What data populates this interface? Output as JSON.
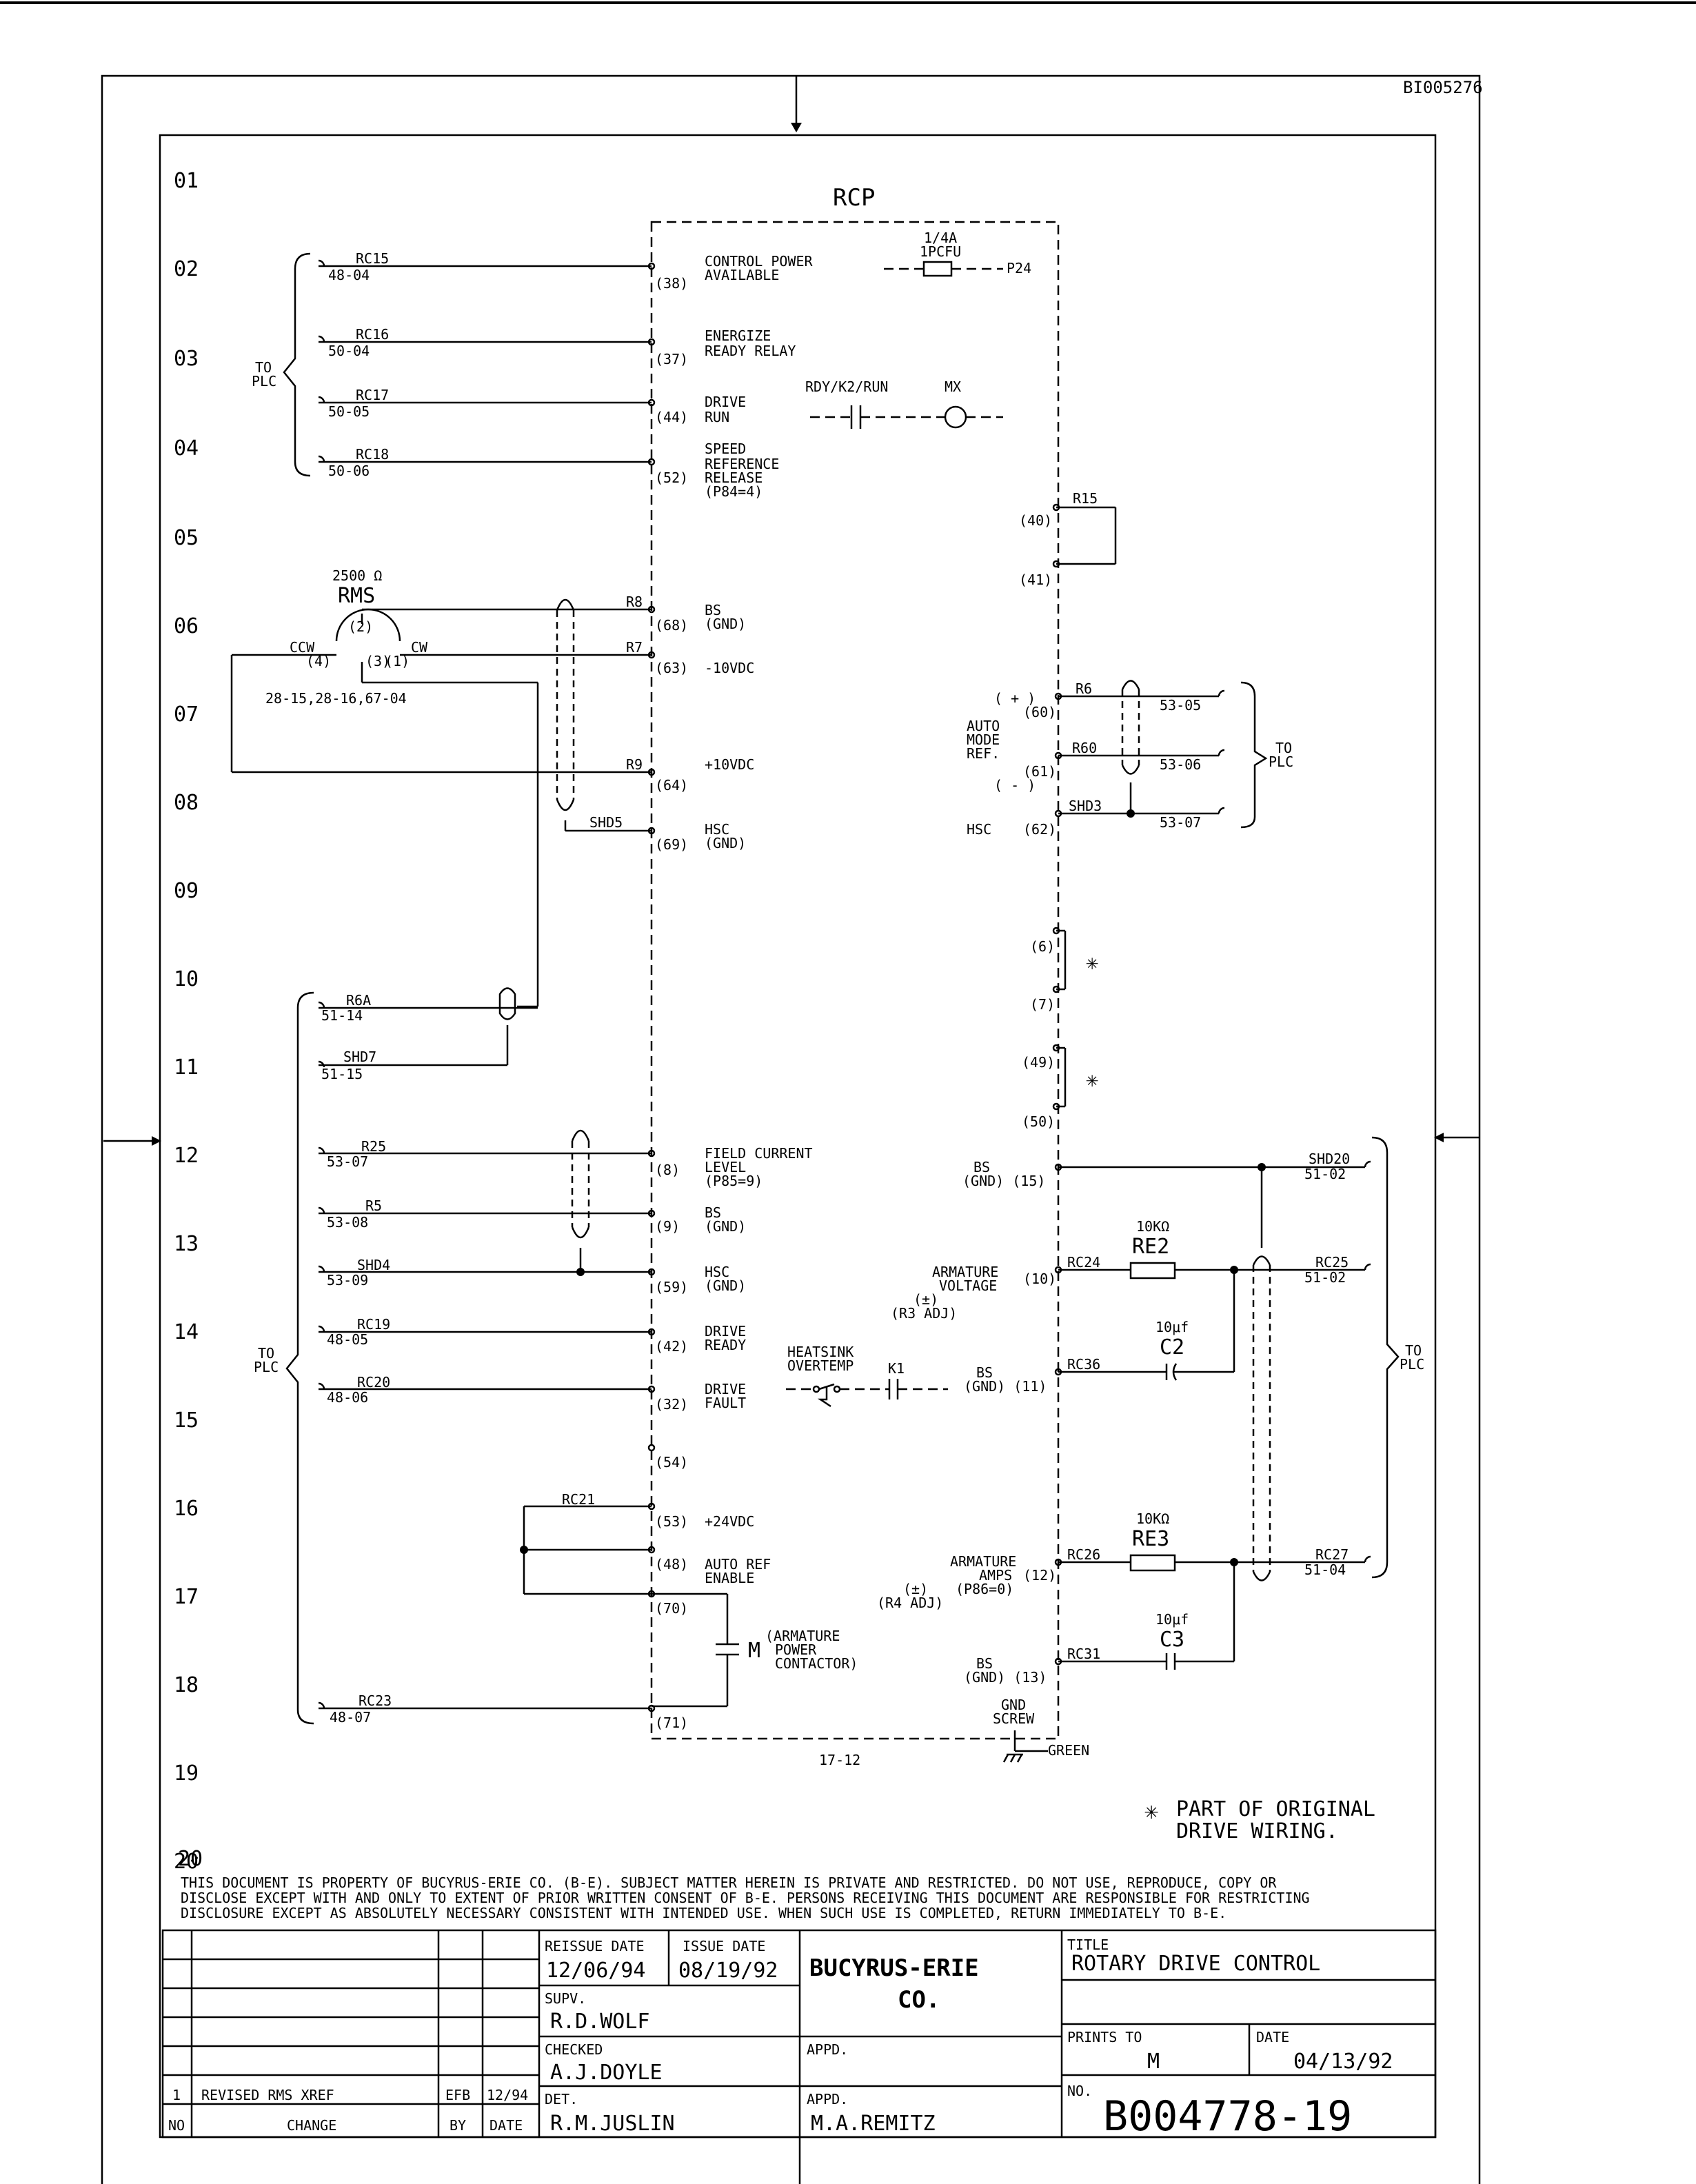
{
  "sheet": {
    "doc_id": "BI005276",
    "title_block_label": "RCP",
    "row_numbers": [
      "01",
      "02",
      "03",
      "04",
      "05",
      "06",
      "07",
      "08",
      "09",
      "10",
      "11",
      "12",
      "13",
      "14",
      "15",
      "16",
      "17",
      "18",
      "19",
      "20"
    ]
  },
  "rcp_left": [
    {
      "wire": "RC15",
      "ref": "48-04",
      "term": "(38)",
      "desc": [
        "CONTROL POWER",
        "AVAILABLE"
      ]
    },
    {
      "wire": "RC16",
      "ref": "50-04",
      "term": "(37)",
      "desc": [
        "ENERGIZE",
        "READY RELAY"
      ]
    },
    {
      "wire": "RC17",
      "ref": "50-05",
      "term": "(44)",
      "desc": [
        "DRIVE",
        "RUN"
      ]
    },
    {
      "wire": "RC18",
      "ref": "50-06",
      "term": "(52)",
      "desc": [
        "SPEED",
        "REFERENCE",
        "RELEASE",
        "(P84=4)"
      ]
    }
  ],
  "to_plc": "TO\nPLC",
  "to": "TO",
  "plc": "PLC",
  "fuse": {
    "rating": "1/4A",
    "name": "1PCFU",
    "label": "P24"
  },
  "contact": {
    "label": "RDY/K2/RUN",
    "coil": "MX"
  },
  "r15": {
    "label": "R15",
    "t1": "(40)",
    "t2": "(41)"
  },
  "pot": {
    "value": "2500 Ω",
    "name": "RMS",
    "p2": "(2)",
    "ccw": "CCW",
    "p4": "(4)",
    "p3": "(3)",
    "p1": "(1)",
    "cw": "CW",
    "xref": "28-15,28-16,67-04"
  },
  "pot_wires": [
    {
      "wire": "R8",
      "term": "(68)",
      "desc": [
        "BS",
        "(GND)"
      ]
    },
    {
      "wire": "R7",
      "term": "(63)",
      "desc": [
        "-10VDC"
      ]
    },
    {
      "wire": "R9",
      "term": "(64)",
      "desc": [
        "+10VDC"
      ]
    },
    {
      "wire": "SHD5",
      "term": "(69)",
      "desc": [
        "HSC",
        "(GND)"
      ]
    }
  ],
  "auto_ref": {
    "plus": "( + )",
    "minus": "( - )",
    "label": [
      "AUTO",
      "MODE",
      "REF."
    ],
    "wires": [
      {
        "wire": "R6",
        "term": "(60)",
        "ref": "53-05"
      },
      {
        "wire": "R60",
        "term": "(61)",
        "ref": "53-06"
      },
      {
        "wire": "SHD3",
        "term": "(62)",
        "ref": "53-07"
      }
    ],
    "hsc": "HSC"
  },
  "star_terms": [
    [
      "(6)",
      "(7)"
    ],
    [
      "(49)",
      "(50)"
    ]
  ],
  "plc_b": [
    {
      "wire": "R6A",
      "ref": "51-14"
    },
    {
      "wire": "SHD7",
      "ref": "51-15"
    }
  ],
  "field": [
    {
      "wire": "R25",
      "ref": "53-07",
      "term": "(8)",
      "desc": [
        "FIELD CURRENT",
        "LEVEL",
        "(P85=9)"
      ]
    },
    {
      "wire": "R5",
      "ref": "53-08",
      "term": "(9)",
      "desc": [
        "BS",
        "(GND)"
      ]
    },
    {
      "wire": "SHD4",
      "ref": "53-09",
      "term": "(59)",
      "desc": [
        "HSC",
        "(GND)"
      ]
    },
    {
      "wire": "RC19",
      "ref": "48-05",
      "term": "(42)",
      "desc": [
        "DRIVE",
        "READY"
      ]
    },
    {
      "wire": "RC20",
      "ref": "48-06",
      "term": "(32)",
      "desc": [
        "DRIVE",
        "FAULT"
      ]
    }
  ],
  "lower": {
    "t54": "(54)",
    "t53": "(53)",
    "v24": "+24VDC",
    "rc21": "RC21",
    "t48": "(48)",
    "are": [
      "AUTO REF",
      "ENABLE"
    ],
    "t70": "(70)",
    "m": "M",
    "m_desc": [
      "(ARMATURE",
      "POWER",
      "CONTACTOR)"
    ],
    "t71": "(71)",
    "rc23": "RC23",
    "ref23": "48-07",
    "sheet_ref": "17-12",
    "gnd": [
      "GND",
      "SCREW"
    ],
    "green": "GREEN"
  },
  "heatsink": {
    "label": [
      "HEATSINK",
      "OVERTEMP"
    ],
    "k1": "K1"
  },
  "right_side": {
    "bs15": [
      "BS",
      "(GND) (15)"
    ],
    "shd20": "SHD20",
    "ref20": "51-02",
    "arm_v": [
      "ARMATURE",
      "VOLTAGE",
      "(±)",
      "(R3 ADJ)"
    ],
    "t10": "(10)",
    "rc24": "RC24",
    "re2": [
      "10KΩ",
      "RE2"
    ],
    "rc25": "RC25",
    "ref25": "51-02",
    "c2": [
      "10μf",
      "C2"
    ],
    "bs11": [
      "BS",
      "(GND) (11)"
    ],
    "rc36": "RC36",
    "re3": [
      "10KΩ",
      "RE3"
    ],
    "arm_a": [
      "ARMATURE",
      "AMPS",
      "(±)",
      "(P86=0)",
      "(R4 ADJ)"
    ],
    "t12": "(12)",
    "rc26": "RC26",
    "rc27": "RC27",
    "ref27": "51-04",
    "c3": [
      "10μf",
      "C3"
    ],
    "bs13": [
      "BS",
      "(GND) (13)"
    ],
    "rc31": "RC31"
  },
  "note": {
    "star": "✳",
    "text": [
      "PART OF ORIGINAL",
      "DRIVE WIRING."
    ]
  },
  "disclaimer": [
    "THIS DOCUMENT IS PROPERTY OF BUCYRUS-ERIE CO. (B-E). SUBJECT MATTER HEREIN IS PRIVATE AND RESTRICTED. DO NOT USE, REPRODUCE, COPY OR",
    "DISCLOSE EXCEPT WITH AND ONLY TO EXTENT OF PRIOR WRITTEN CONSENT OF B-E. PERSONS RECEIVING THIS DOCUMENT ARE RESPONSIBLE FOR RESTRICTING",
    "DISCLOSURE EXCEPT AS ABSOLUTELY NECESSARY CONSISTENT WITH INTENDED USE. WHEN SUCH USE IS COMPLETED, RETURN IMMEDIATELY TO B-E."
  ],
  "title_block": {
    "reissue_label": "REISSUE DATE",
    "reissue": "12/06/94",
    "issue_label": "ISSUE DATE",
    "issue": "08/19/92",
    "company": [
      "BUCYRUS-ERIE",
      "CO."
    ],
    "title_label": "TITLE",
    "title": "ROTARY DRIVE CONTROL",
    "supv_label": "SUPV.",
    "supv": "R.D.WOLF",
    "checked_label": "CHECKED",
    "checked": "A.J.DOYLE",
    "det_label": "DET.",
    "det": "R.M.JUSLIN",
    "appd_label": "APPD.",
    "appd": "M.A.REMITZ",
    "prints_label": "PRINTS TO",
    "prints": "M",
    "date_label": "DATE",
    "date": "04/13/92",
    "no_label": "NO.",
    "number": "B004778-19",
    "rev_no": "1",
    "rev_change": "REVISED RMS XREF",
    "rev_by": "EFB",
    "rev_date": "12/94",
    "h_no": "NO",
    "h_change": "CHANGE",
    "h_by": "BY",
    "h_date": "DATE"
  }
}
